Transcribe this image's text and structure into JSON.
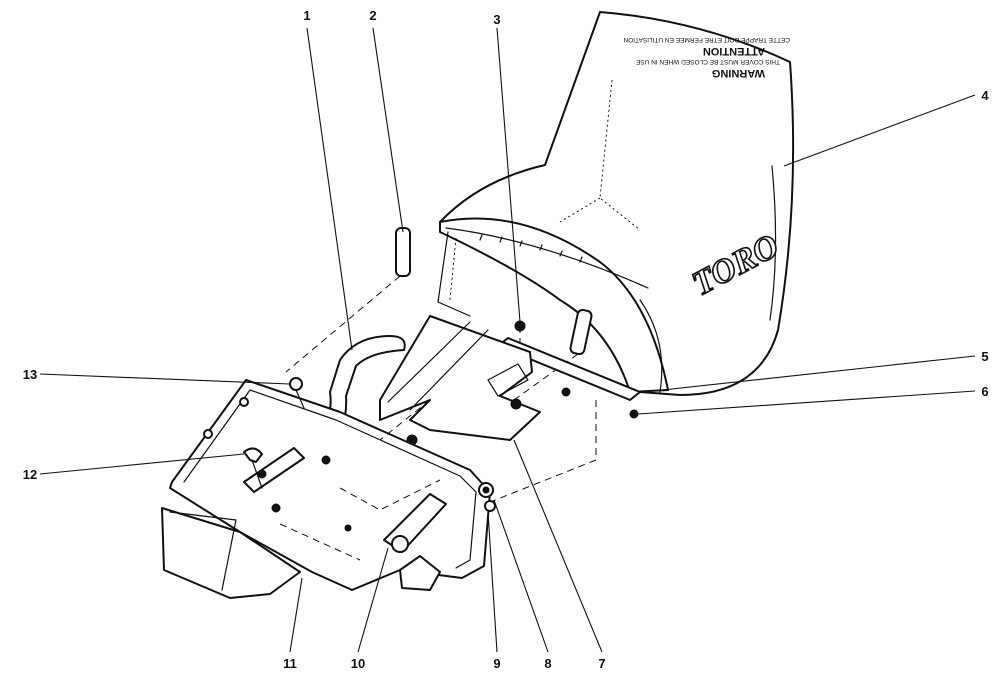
{
  "diagram": {
    "brand_text": "TORO",
    "warning_label": {
      "line1": "WARNING",
      "line2": "THIS COVER MUST BE CLOSED WHEN IN USE",
      "line3": "ATTENTION",
      "line4": "CETTE TRAPPE DOIT ETRE FERMEE EN UTILISATION"
    },
    "callouts": [
      "1",
      "2",
      "3",
      "4",
      "5",
      "6",
      "7",
      "8",
      "9",
      "10",
      "11",
      "12",
      "13"
    ]
  }
}
